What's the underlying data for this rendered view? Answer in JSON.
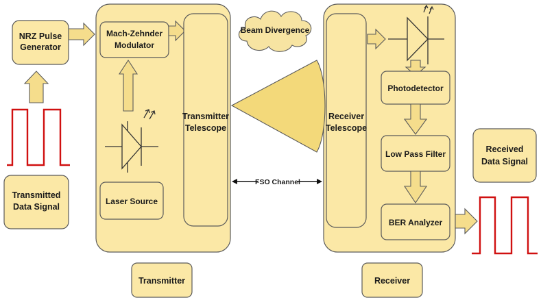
{
  "colors": {
    "block_fill": "#fbe8a6",
    "block_fill_light": "#fdf2c8",
    "block_stroke": "#5a5a5a",
    "arrow_fill": "#f5dd8c",
    "signal": "#d01010",
    "cloud_fill": "#f7e4a2",
    "beam_fill": "#f3d97a"
  },
  "labels": {
    "nrz_line1": "NRZ Pulse",
    "nrz_line2": "Generator",
    "mzm_line1": "Mach-Zehnder",
    "mzm_line2": "Modulator",
    "tx_telescope_line1": "Transmitter",
    "tx_telescope_line2": "Telescope",
    "laser_source": "Laser Source",
    "transmitted_line1": "Transmitted",
    "transmitted_line2": "Data Signal",
    "transmitter": "Transmitter",
    "beam_divergence": "Beam Divergence",
    "fso_channel": "FSO Channel",
    "rx_telescope_line1": "Receiver",
    "rx_telescope_line2": "Telescope",
    "photodetector": "Photodetector",
    "low_pass_filter": "Low Pass Filter",
    "ber_analyzer": "BER Analyzer",
    "receiver": "Receiver",
    "received_line1": "Received",
    "received_line2": "Data Signal"
  },
  "icons": {
    "laser": "laser-diode-icon",
    "amplifier": "optical-amplifier-icon",
    "beam": "beam-cone-icon",
    "cloud": "cloud-icon"
  }
}
